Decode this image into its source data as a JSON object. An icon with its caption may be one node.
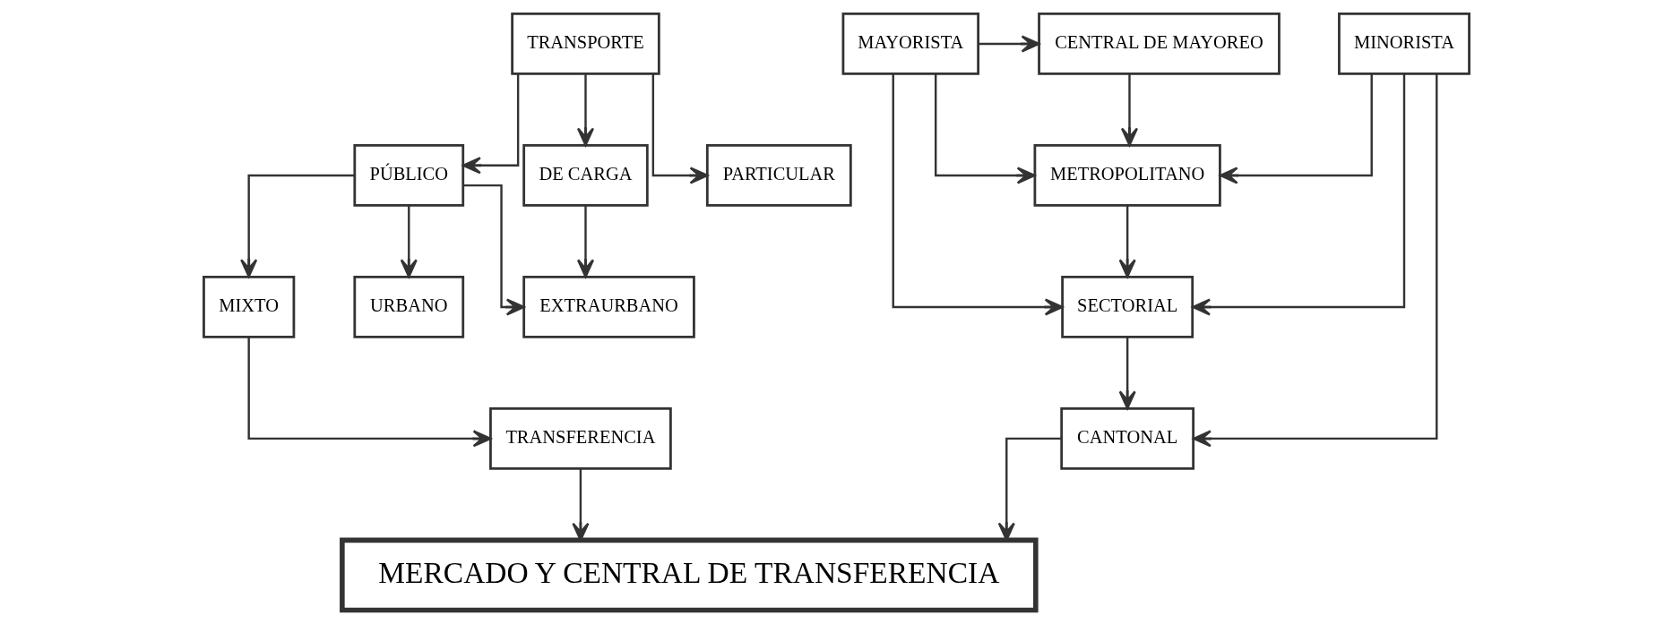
{
  "diagram": {
    "nodes": [
      {
        "text": [
          "CENTRAL DE MAYOREO"
        ]
      },
      {
        "text": [
          "MAYORISTA"
        ]
      },
      {
        "text": [
          "MINORISTA"
        ]
      },
      {
        "text": [
          "METROPOLITANO"
        ]
      },
      {
        "text": [
          "SECTORIAL"
        ]
      },
      {
        "text": [
          "CANTONAL"
        ]
      },
      {
        "text": [
          "TRANSPORTE"
        ]
      },
      {
        "text": [
          "PARTICULAR"
        ]
      },
      {
        "text": [
          "PÚBLICO"
        ]
      },
      {
        "text": [
          "DE CARGA"
        ]
      },
      {
        "text": [
          "URBANO"
        ]
      },
      {
        "text": [
          "EXTRAURBANO"
        ]
      },
      {
        "text": [
          "MIXTO"
        ]
      },
      {
        "text": [
          "TRANSFERENCIA"
        ]
      },
      {
        "text": [
          "MERCADO Y CENTRAL DE TRANSFERENCIA"
        ]
      }
    ],
    "edges": [
      {
        "from": 1,
        "to": 0,
        "arrow": "to"
      },
      {
        "from": 0,
        "to": 3,
        "arrow": "to"
      },
      {
        "from": 1,
        "to": 3,
        "arrow": "to"
      },
      {
        "from": 1,
        "to": 4,
        "arrow": "to"
      },
      {
        "from": 2,
        "to": 3,
        "arrow": "to"
      },
      {
        "from": 2,
        "to": 4,
        "arrow": "to"
      },
      {
        "from": 2,
        "to": 5,
        "arrow": "to"
      },
      {
        "from": 3,
        "to": 4,
        "arrow": "to"
      },
      {
        "from": 4,
        "to": 5,
        "arrow": "to"
      },
      {
        "from": 5,
        "to": 14,
        "arrow": "to"
      },
      {
        "from": 6,
        "to": 7,
        "arrow": "to"
      },
      {
        "from": 6,
        "to": 8,
        "arrow": "to"
      },
      {
        "from": 6,
        "to": 9,
        "arrow": "to"
      },
      {
        "from": 8,
        "to": 10,
        "arrow": "to"
      },
      {
        "from": 8,
        "to": 11,
        "arrow": "to"
      },
      {
        "from": 8,
        "to": 12,
        "arrow": "to"
      },
      {
        "from": 9,
        "to": 11,
        "arrow": "to"
      },
      {
        "from": 12,
        "to": 13,
        "arrow": "to"
      },
      {
        "from": 13,
        "to": 14,
        "arrow": "to"
      }
    ]
  }
}
